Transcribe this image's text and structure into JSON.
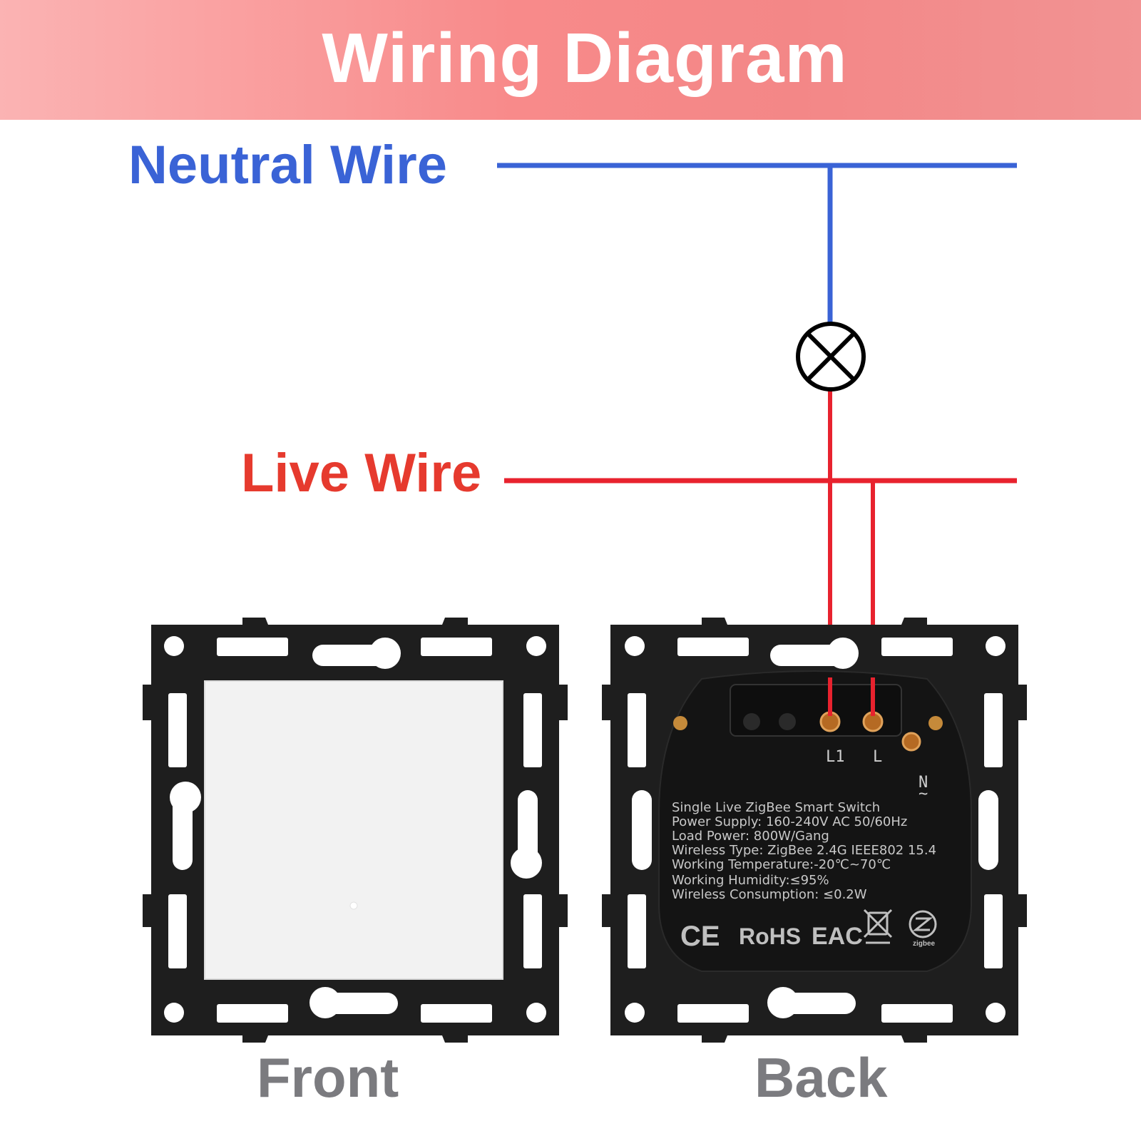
{
  "title": "Wiring Diagram",
  "wires": {
    "neutral_label": "Neutral Wire",
    "live_label": "Live Wire",
    "neutral_color": "#3a63d6",
    "live_color": "#e8222e"
  },
  "lamp": {
    "icon": "lamp-cross-icon"
  },
  "devices": {
    "front_caption": "Front",
    "back_caption": "Back"
  },
  "back_module": {
    "terminals": {
      "l1": "L1",
      "l": "L",
      "n": "N",
      "n_symbol": "~"
    },
    "specs": [
      "Single Live ZigBee Smart Switch",
      "Power Supply: 160-240V AC 50/60Hz",
      "Load Power:  800W/Gang",
      "Wireless Type: ZigBee 2.4G IEEE802 15.4",
      "Working Temperature:-20℃~70℃",
      "Working Humidity:≤95%",
      "Wireless Consumption: ≤0.2W"
    ],
    "marks": {
      "ce": "CE",
      "rohs": "RoHS",
      "eac": "EAC",
      "zigbee": "zigbee"
    }
  },
  "colors": {
    "banner_start": "#fbb3b3",
    "banner_end": "#f29393",
    "frame": "#1e1e1e",
    "caption": "#7b7b7f"
  }
}
